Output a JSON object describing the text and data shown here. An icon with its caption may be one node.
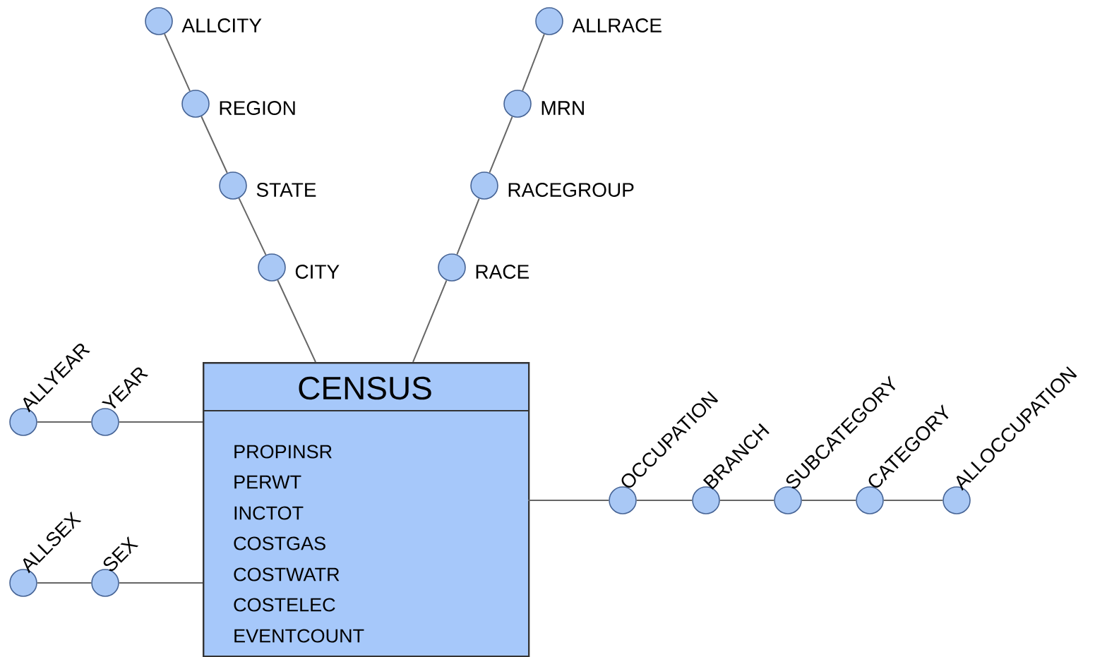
{
  "diagram": {
    "nodes": [
      {
        "text": [
          "CENSUS",
          "PROPINSR",
          "PERWT",
          "INCTOT",
          "COSTGAS",
          "COSTWATR",
          "COSTELEC",
          "EVENTCOUNT"
        ]
      },
      {
        "text": [],
        "shape": "circle",
        "beside": [
          "ALLCITY"
        ]
      },
      {
        "text": [],
        "shape": "circle",
        "beside": [
          "REGION"
        ]
      },
      {
        "text": [],
        "shape": "circle",
        "beside": [
          "STATE"
        ]
      },
      {
        "text": [],
        "shape": "circle",
        "beside": [
          "CITY"
        ]
      },
      {
        "text": [],
        "shape": "circle",
        "beside": [
          "ALLRACE"
        ]
      },
      {
        "text": [],
        "shape": "circle",
        "beside": [
          "MRN"
        ]
      },
      {
        "text": [],
        "shape": "circle",
        "beside": [
          "RACEGROUP"
        ]
      },
      {
        "text": [],
        "shape": "circle",
        "beside": [
          "RACE"
        ]
      },
      {
        "text": [],
        "shape": "circle",
        "beside": [
          "ALLYEAR"
        ]
      },
      {
        "text": [],
        "shape": "circle",
        "beside": [
          "YEAR"
        ]
      },
      {
        "text": [],
        "shape": "circle",
        "beside": [
          "ALLSEX"
        ]
      },
      {
        "text": [],
        "shape": "circle",
        "beside": [
          "SEX"
        ]
      },
      {
        "text": [],
        "shape": "circle",
        "beside": [
          "OCCUPATION"
        ]
      },
      {
        "text": [],
        "shape": "circle",
        "beside": [
          "BRANCH"
        ]
      },
      {
        "text": [],
        "shape": "circle",
        "beside": [
          "SUBCATEGORY"
        ]
      },
      {
        "text": [],
        "shape": "circle",
        "beside": [
          "CATEGORY"
        ]
      },
      {
        "text": [],
        "shape": "circle",
        "beside": [
          "ALLOCCUPATION"
        ]
      }
    ],
    "edges": [
      {
        "from": 1,
        "to": 2,
        "arrow": "none"
      },
      {
        "from": 2,
        "to": 3,
        "arrow": "none"
      },
      {
        "from": 3,
        "to": 4,
        "arrow": "none"
      },
      {
        "from": 4,
        "to": 0,
        "arrow": "none"
      },
      {
        "from": 5,
        "to": 6,
        "arrow": "none"
      },
      {
        "from": 6,
        "to": 7,
        "arrow": "none"
      },
      {
        "from": 7,
        "to": 8,
        "arrow": "none"
      },
      {
        "from": 8,
        "to": 0,
        "arrow": "none"
      },
      {
        "from": 9,
        "to": 10,
        "arrow": "none"
      },
      {
        "from": 10,
        "to": 0,
        "arrow": "none"
      },
      {
        "from": 11,
        "to": 12,
        "arrow": "none"
      },
      {
        "from": 12,
        "to": 0,
        "arrow": "none"
      },
      {
        "from": 0,
        "to": 13,
        "arrow": "none"
      },
      {
        "from": 13,
        "to": 14,
        "arrow": "none"
      },
      {
        "from": 14,
        "to": 15,
        "arrow": "none"
      },
      {
        "from": 15,
        "to": 16,
        "arrow": "none"
      },
      {
        "from": 16,
        "to": 17,
        "arrow": "none"
      }
    ]
  }
}
